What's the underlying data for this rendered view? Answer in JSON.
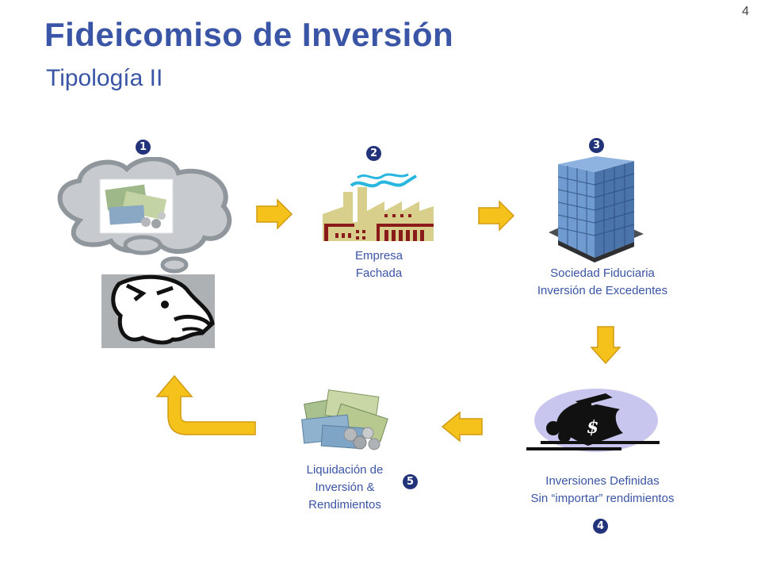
{
  "slide": {
    "page_number": "4",
    "title": "Fideicomiso de Inversión",
    "subtitle": "Tipología II"
  },
  "steps": [
    {
      "number": "1",
      "caption": ""
    },
    {
      "number": "2",
      "caption": "Empresa\nFachada"
    },
    {
      "number": "3",
      "caption": "Sociedad Fiduciaria\nInversión de Excedentes"
    },
    {
      "number": "4",
      "caption": "Inversiones Definidas\nSin “importar” rendimientos"
    },
    {
      "number": "5",
      "caption": "Liquidación de\nInversión &\nRendimientos"
    }
  ],
  "colors": {
    "title": "#3a55a5",
    "arrow": "#f5c21b",
    "badge": "#22337a",
    "factory": "#d9cf8c",
    "factory_dark": "#8a1b1b",
    "building": "#5f86b5"
  },
  "icons": [
    "thinking-person-icon",
    "money-icon",
    "factory-icon",
    "office-building-icon",
    "investment-icon",
    "money-stack-icon",
    "yellow-arrow-icon"
  ]
}
